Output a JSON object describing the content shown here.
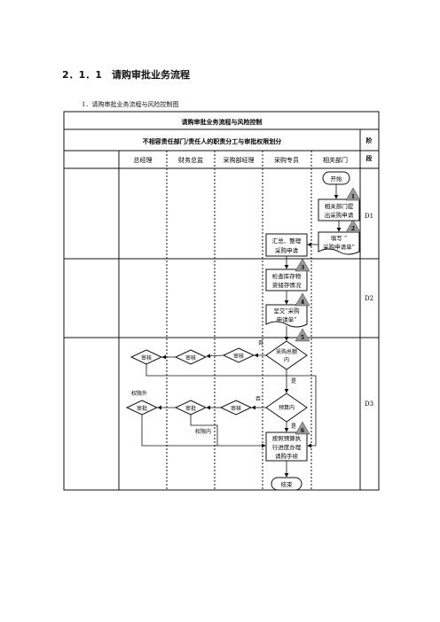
{
  "section": {
    "heading": "2．1．1　请购审批业务流程",
    "subheading": "1．请购审批业务流程与风险控制图"
  },
  "table": {
    "title": "请购审批业务流程与风险控制",
    "header": "不相容责任部门/责任人的职责分工与审批权限划分",
    "stage_header": "阶段",
    "columns": [
      "总经理",
      "财务总监",
      "采购部经理",
      "采购专员",
      "相关部门"
    ],
    "stages": [
      "D1",
      "D2",
      "D3"
    ]
  },
  "flow": {
    "start": "开始",
    "end": "结束",
    "related_submit": "相关部门提出采购申请",
    "fill_form": "填写 “采购申请单”",
    "summarize": "汇总、整理采购申请",
    "check_stock": "检查库存物资储存情况",
    "submit_form": "呈交“采购申请单”",
    "decision_total": "采购总额内",
    "decision_budget": "预算内",
    "execute": "按照预算执行进度办理请购手续",
    "review": "审核",
    "approve": "审批",
    "yes": "是",
    "no": "否",
    "out_of_authority": "权限外",
    "within_authority": "权限内"
  },
  "risk_points": [
    "1",
    "2",
    "3",
    "4",
    "5",
    "6"
  ]
}
